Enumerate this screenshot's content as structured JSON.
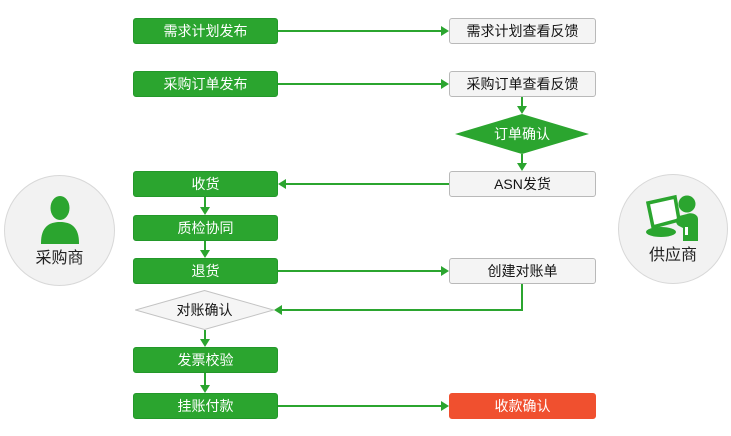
{
  "colors": {
    "node_green": "#2ba52f",
    "node_red": "#f0502f",
    "arrow_green": "#2ba52f",
    "white_box_bg": "#f4f4f4",
    "white_box_border": "#b9b9b9"
  },
  "actors": {
    "buyer": {
      "label": "采购商"
    },
    "supplier": {
      "label": "供应商"
    }
  },
  "nodes": {
    "demand_publish": {
      "label": "需求计划发布"
    },
    "demand_feedback": {
      "label": "需求计划查看反馈"
    },
    "po_publish": {
      "label": "采购订单发布"
    },
    "po_feedback": {
      "label": "采购订单查看反馈"
    },
    "order_confirm": {
      "label": "订单确认"
    },
    "receive": {
      "label": "收货"
    },
    "asn_ship": {
      "label": "ASN发货"
    },
    "quality_collab": {
      "label": "质检协同"
    },
    "return_goods": {
      "label": "退货"
    },
    "create_statement": {
      "label": "创建对账单"
    },
    "statement_confirm": {
      "label": "对账确认"
    },
    "invoice_check": {
      "label": "发票校验"
    },
    "book_payment": {
      "label": "挂账付款"
    },
    "receipt_confirm": {
      "label": "收款确认"
    }
  }
}
